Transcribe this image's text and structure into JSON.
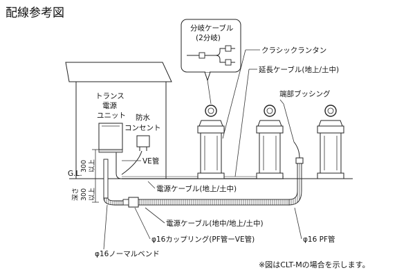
{
  "title": "配線参考図",
  "labels": {
    "branch_cable_line1": "分岐ケーブル",
    "branch_cable_line2": "(2分岐)",
    "classic_lantern": "クラシックランタン",
    "extension_cable": "延長ケーブル(地上/土中)",
    "end_bushing": "端部ブッシング",
    "transformer_line1": "トランス",
    "transformer_line2": "電源",
    "transformer_line3": "ユニット",
    "outlet_line1": "防水",
    "outlet_line2": "コンセント",
    "ve_pipe": "VE管",
    "gl": "G.L.",
    "height_above_value": "300",
    "height_above_suffix": "以上",
    "depth_prefix": "深さ",
    "depth_value": "300",
    "depth_suffix": "以上",
    "power_cable_above": "電源ケーブル(地上/土中)",
    "power_cable_under": "電源ケーブル(地中/地上/土中)",
    "coupling": "φ16カップリング(PF管ーVE管)",
    "pf_pipe": "φ16 PF管",
    "normal_bend": "φ16ノーマルベンド"
  },
  "footnote": "※図はCLT-Mの場合を示します。"
}
